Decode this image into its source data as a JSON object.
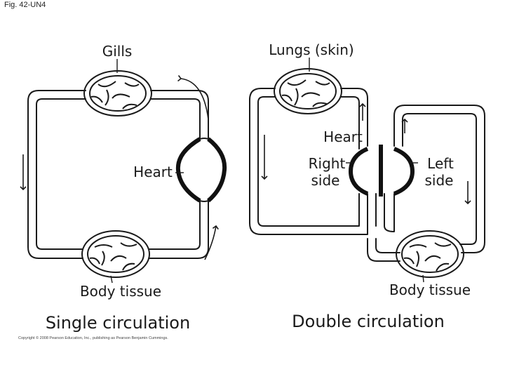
{
  "figure_label": "Fig. 42-UN4",
  "copyright": "Copyright © 2008 Pearson Education, Inc., publishing as Pearson Benjamin Cummings.",
  "single": {
    "gills": "Gills",
    "heart": "Heart",
    "body_tissue": "Body tissue",
    "caption": "Single circulation"
  },
  "double": {
    "lungs": "Lungs (skin)",
    "heart": "Heart",
    "right_side_1": "Right",
    "right_side_2": "side",
    "left_side_1": "Left",
    "left_side_2": "side",
    "body_tissue": "Body tissue",
    "caption": "Double circulation"
  }
}
